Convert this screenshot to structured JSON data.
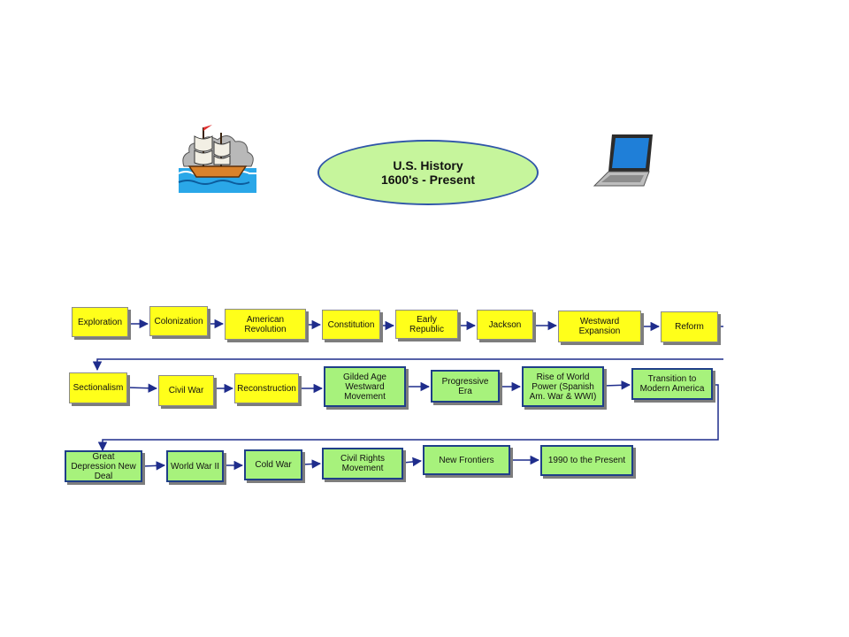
{
  "title": {
    "line1": "U.S. History",
    "line2": "1600's - Present"
  },
  "colors": {
    "early_era_box": "#ffff1a",
    "modern_era_box": "#a7f27c",
    "title_oval": "#c6f59c",
    "arrow": "#1f2d8c"
  },
  "icons": {
    "left": "sailing-ship-icon",
    "right": "laptop-icon"
  },
  "eras": [
    {
      "label": "Exploration"
    },
    {
      "label": "Colonization"
    },
    {
      "label": "American Revolution"
    },
    {
      "label": "Constitution"
    },
    {
      "label": "Early Republic"
    },
    {
      "label": "Jackson"
    },
    {
      "label": "Westward Expansion"
    },
    {
      "label": "Reform"
    },
    {
      "label": "Sectionalism"
    },
    {
      "label": "Civil War"
    },
    {
      "label": "Reconstruction"
    },
    {
      "label": "Gilded Age Westward Movement"
    },
    {
      "label": "Progressive Era"
    },
    {
      "label": "Rise of World Power (Spanish Am. War & WWI)"
    },
    {
      "label": "Transition to Modern America"
    },
    {
      "label": "Great Depression New Deal"
    },
    {
      "label": "World War II"
    },
    {
      "label": "Cold War"
    },
    {
      "label": "Civil Rights Movement"
    },
    {
      "label": "New Frontiers"
    },
    {
      "label": "1990 to the Present"
    }
  ]
}
